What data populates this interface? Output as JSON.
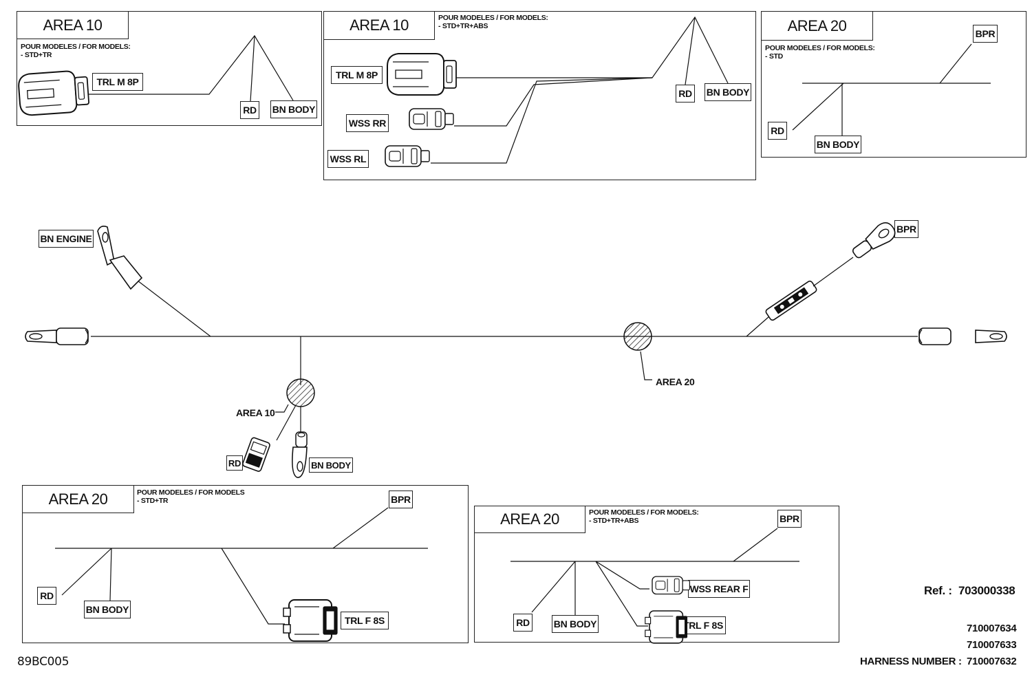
{
  "panels": {
    "p1": {
      "title": "AREA 10",
      "note1": "POUR MODELES / FOR MODELS:",
      "note2": "- STD+TR",
      "labels": {
        "trl": "TRL  M  8P",
        "rd": "RD",
        "bn_body": "BN  BODY"
      }
    },
    "p2": {
      "title": "AREA 10",
      "note1": "POUR MODELES / FOR MODELS:",
      "note2": "- STD+TR+ABS",
      "labels": {
        "trl": "TRL  M  8P",
        "wss_rr": "WSS  RR",
        "wss_rl": "WSS  RL",
        "rd": "RD",
        "bn_body": "BN  BODY"
      }
    },
    "p3": {
      "title": "AREA 20",
      "note1": "POUR MODELES / FOR MODELS:",
      "note2": "- STD",
      "labels": {
        "bpr": "BPR",
        "rd": "RD",
        "bn_body": "BN  BODY"
      }
    },
    "p4": {
      "title": "AREA 20",
      "note1": "POUR MODELES / FOR MODELS",
      "note2": "- STD+TR",
      "labels": {
        "bpr": "BPR",
        "rd": "RD",
        "bn_body": "BN  BODY",
        "trl": "TRL  F  8S"
      }
    },
    "p5": {
      "title": "AREA 20",
      "note1": "POUR MODELES / FOR MODELS:",
      "note2": "- STD+TR+ABS",
      "labels": {
        "bpr": "BPR",
        "rd": "RD",
        "bn_body": "BN  BODY",
        "wss": "WSS  REAR  F",
        "trl": "TRL  F  8S"
      }
    }
  },
  "main": {
    "bn_engine": "BN  ENGINE",
    "bpr": "BPR",
    "area10": "AREA 10",
    "area20": "AREA 20",
    "rd": "RD",
    "bn_body": "BN  BODY"
  },
  "footer": {
    "ref_label": "Ref. :",
    "ref_value": "703000338",
    "harness_label": "HARNESS NUMBER :",
    "harness_numbers": [
      "710007634",
      "710007633",
      "710007632"
    ],
    "drawing_code": "89BC005"
  }
}
